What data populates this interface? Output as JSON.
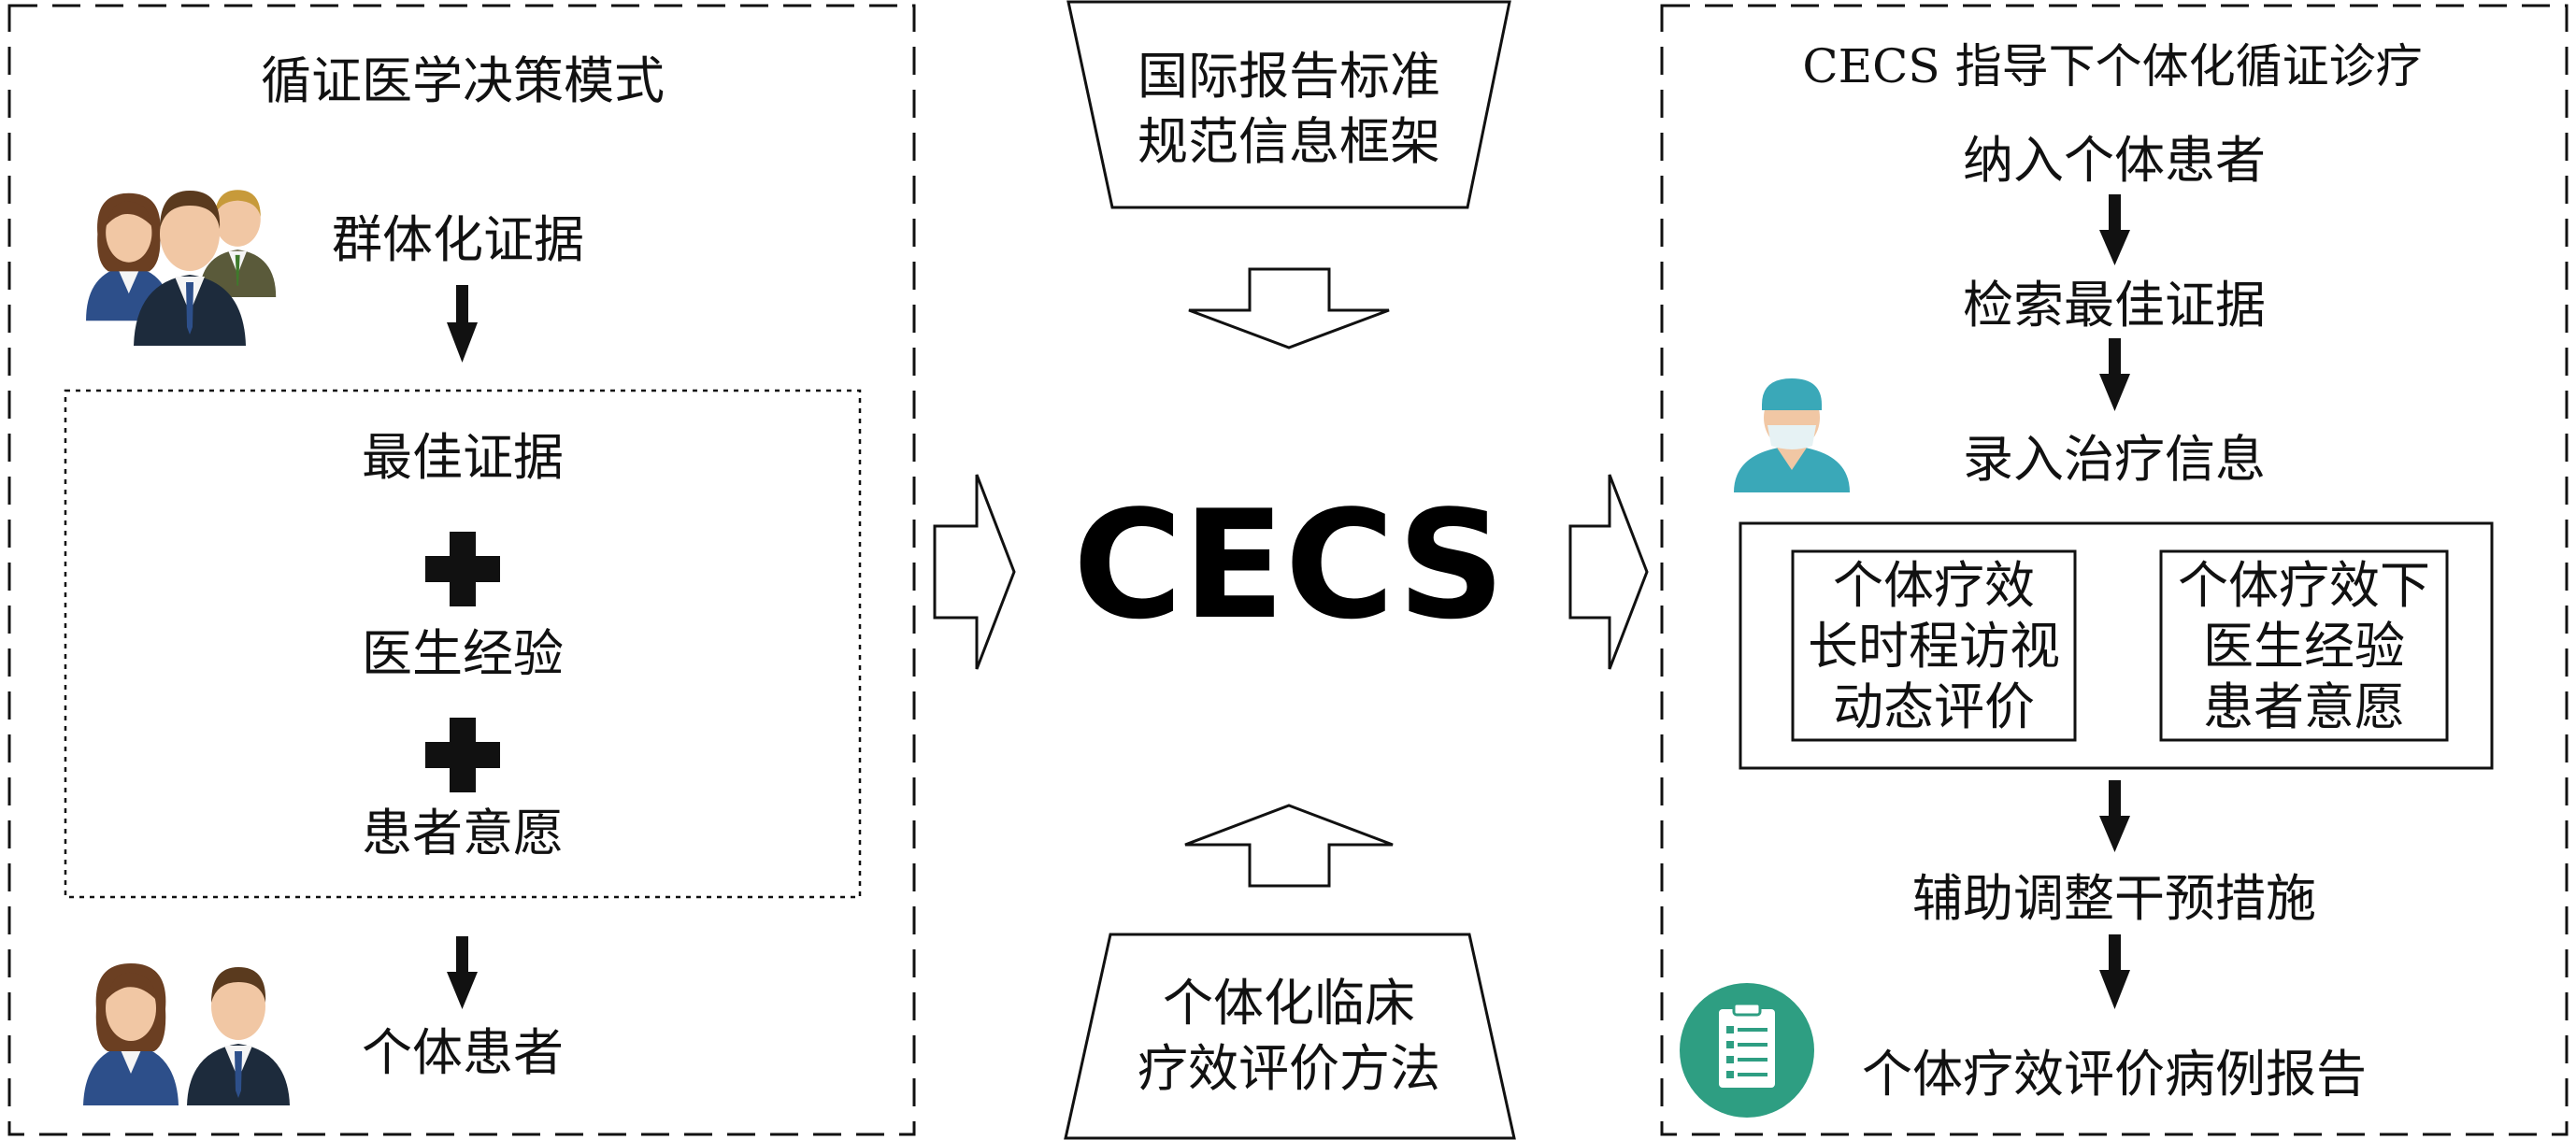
{
  "left_panel": {
    "title": "循证医学决策模式",
    "group_evidence": "群体化证据",
    "best_evidence": "最佳证据",
    "doctor_experience": "医生经验",
    "patient_wishes": "患者意愿",
    "individual_patient": "个体患者"
  },
  "center_panel": {
    "top_line1": "国际报告标准",
    "top_line2": "规范信息框架",
    "main_label": "CECS",
    "bottom_line1": "个体化临床",
    "bottom_line2": "疗效评价方法"
  },
  "right_panel": {
    "title": "CECS 指导下个体化循证诊疗",
    "step1": "纳入个体患者",
    "step2": "检索最佳证据",
    "step3": "录入治疗信息",
    "box_left_line1": "个体疗效",
    "box_left_line2": "长时程访视",
    "box_left_line3": "动态评价",
    "box_right_line1": "个体疗效下",
    "box_right_line2": "医生经验",
    "box_right_line3": "患者意愿",
    "step4": "辅助调整干预措施",
    "step5": "个体疗效评价病例报告"
  },
  "colors": {
    "line": "#111111",
    "suit_dark": "#1d2b3c",
    "suit_blue": "#2d4f8a",
    "suit_olive": "#5a5a3a",
    "skin": "#f1c7a4",
    "hair_brown": "#6b3f22",
    "scrubs_teal": "#3aa8b8",
    "report_green": "#2e9e82"
  },
  "icons": [
    "people-group-icon",
    "plus-icon",
    "people-pair-icon",
    "doctor-icon",
    "report-clipboard-icon"
  ]
}
